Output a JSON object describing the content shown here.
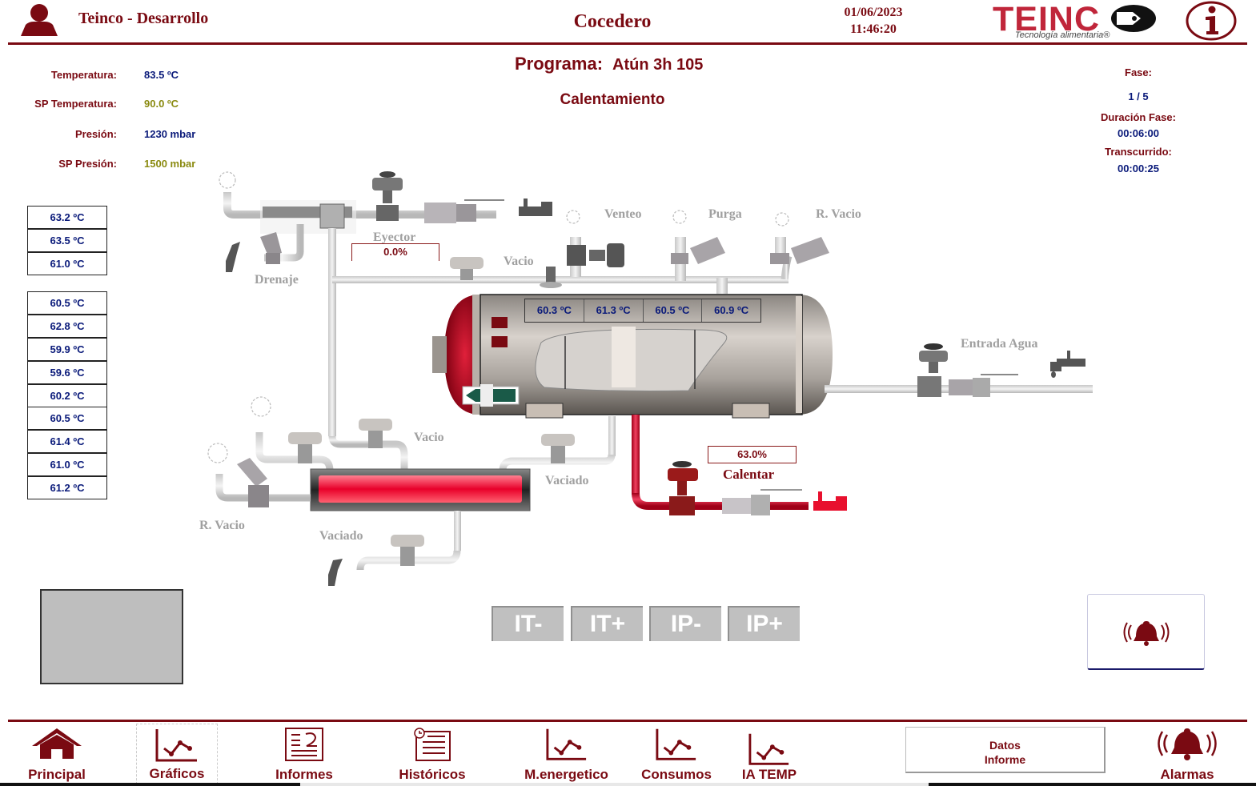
{
  "header": {
    "user": "Teinco - Desarrollo",
    "screen_title": "Cocedero",
    "date": "01/06/2023",
    "time": "11:46:20",
    "logo_text": "TEINC",
    "logo_subtitle": "Tecnología alimentaria®"
  },
  "parameters": [
    {
      "label": "Temperatura:",
      "value": "83.5 ºC",
      "kind": "actual"
    },
    {
      "label": "SP Temperatura:",
      "value": "90.0 ºC",
      "kind": "setpoint"
    },
    {
      "label": "Presión:",
      "value": "1230 mbar",
      "kind": "actual"
    },
    {
      "label": "SP Presión:",
      "value": "1500 mbar",
      "kind": "setpoint"
    }
  ],
  "program": {
    "label": "Programa:",
    "name": "Atún  3h 105",
    "phase_name": "Calentamiento"
  },
  "phase_info": {
    "phase_label": "Fase:",
    "phase_value": "1 / 5",
    "duration_label": "Duración Fase:",
    "duration_value": "00:06:00",
    "elapsed_label": "Transcurrido:",
    "elapsed_value": "00:00:25"
  },
  "sensor_group_1": [
    "63.2 ºC",
    "63.5 ºC",
    "61.0 ºC"
  ],
  "sensor_group_2": [
    "60.5 ºC",
    "62.8 ºC",
    "59.9 ºC",
    "59.6 ºC",
    "60.2 ºC",
    "60.5 ºC",
    "61.4 ºC",
    "61.0 ºC",
    "61.2 ºC"
  ],
  "tank_sensors": [
    "60.3 ºC",
    "61.3 ºC",
    "60.5 ºC",
    "60.9 ºC"
  ],
  "process": {
    "eyector_label": "Eyector",
    "eyector_pct": "0.0%",
    "drenaje_label": "Drenaje",
    "vacio_top_label": "Vacio",
    "venteo_label": "Venteo",
    "purga_label": "Purga",
    "rvacio_top_label": "R. Vacio",
    "entrada_agua_label": "Entrada Agua",
    "vacio_bottom_label": "Vacio",
    "vaciado_right_label": "Vaciado",
    "rvacio_bottom_label": "R. Vacio",
    "vaciado_bottom_label": "Vaciado",
    "calentar_label": "Calentar",
    "calentar_pct": "63.0%"
  },
  "increment_buttons": [
    "IT-",
    "IT+",
    "IP-",
    "IP+"
  ],
  "footer": {
    "nav": [
      {
        "label": "Principal",
        "icon": "home-icon"
      },
      {
        "label": "Gráficos",
        "icon": "chart-icon"
      },
      {
        "label": "Informes",
        "icon": "report-icon"
      },
      {
        "label": "Históricos",
        "icon": "history-icon"
      },
      {
        "label": "M.energetico",
        "icon": "chart-icon"
      },
      {
        "label": "Consumos",
        "icon": "chart-icon"
      },
      {
        "label": "IA TEMP",
        "icon": "chart-icon"
      }
    ],
    "datos_line1": "Datos",
    "datos_line2": "Informe",
    "alarms_label": "Alarmas"
  },
  "colors": {
    "brand_maroon": "#7a0a12",
    "actual_value": "#0a1a7a",
    "setpoint_value": "#8a8a10",
    "heating_pipe": "#c8102e",
    "logo_red": "#c0263a"
  }
}
